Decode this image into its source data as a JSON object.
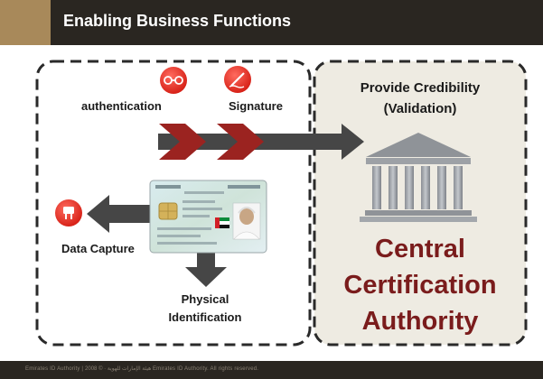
{
  "slide": {
    "title": "Enabling Business Functions",
    "footer_text": "Emirates ID Authority  |  هيئة الإمارات للهوية  ·  © 2008 Emirates ID Authority. All rights reserved."
  },
  "left_panel": {
    "authentication_label": "authentication",
    "signature_label": "Signature",
    "data_capture_label": "Data Capture",
    "physical_identification_lines": [
      "Physical",
      "Identification"
    ]
  },
  "right_panel": {
    "heading_lines": [
      "Provide Credibility",
      "(Validation)"
    ],
    "authority_lines": [
      "Central",
      "Certification",
      "Authority"
    ]
  },
  "colors": {
    "header_bg": "#2a2621",
    "header_accent": "#a8895a",
    "chevron": "#9b2320",
    "arrow": "#464646",
    "icon_red": "#e8261c",
    "panel_fill": "#eeebe2",
    "authority_text": "#7a1c1c"
  },
  "icons": {
    "authentication": "link-badge-icon",
    "signature": "pen-badge-icon",
    "data_capture": "plug-badge-icon",
    "authority": "bank-building-icon",
    "id_card": "id-card-image"
  }
}
